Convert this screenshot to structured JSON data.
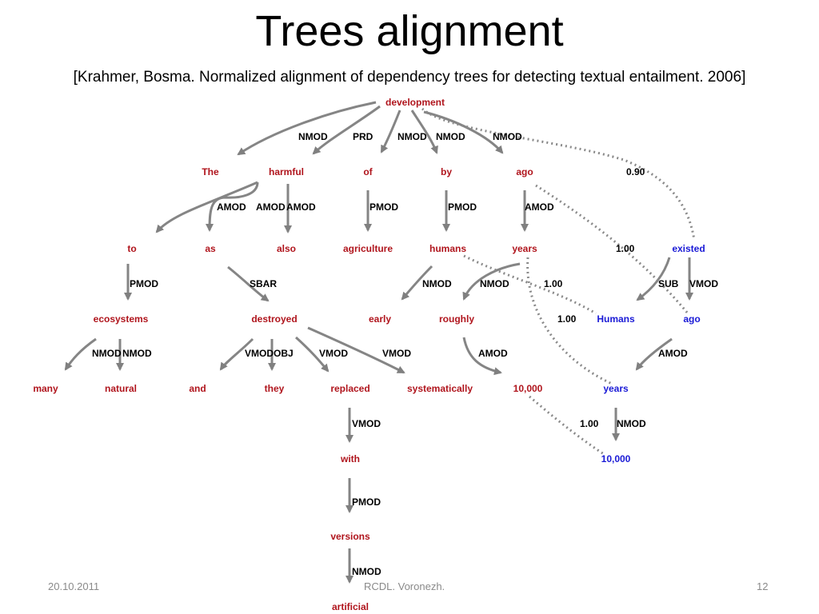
{
  "slide": {
    "title": "Trees alignment",
    "citation": "[Krahmer, Bosma. Normalized alignment of dependency trees for detecting textual entailment. 2006]"
  },
  "tree": {
    "words_red": [
      "development",
      "The",
      "harmful",
      "of",
      "by",
      "ago",
      "to",
      "as",
      "also",
      "agriculture",
      "humans",
      "years",
      "ecosystems",
      "destroyed",
      "early",
      "roughly",
      "many",
      "natural",
      "and",
      "they",
      "replaced",
      "systematically",
      "10,000",
      "with",
      "versions",
      "artificial"
    ],
    "words_blue": [
      "existed",
      "Humans",
      "ago",
      "years",
      "10,000"
    ],
    "relations": [
      "NMOD",
      "PRD",
      "NMOD",
      "NMOD",
      "NMOD",
      "AMOD",
      "AMOD",
      "AMOD",
      "PMOD",
      "PMOD",
      "AMOD",
      "PMOD",
      "SBAR",
      "NMOD",
      "NMOD",
      "SUB",
      "VMOD",
      "NMOD",
      "NMOD",
      "VMOD",
      "OBJ",
      "VMOD",
      "VMOD",
      "AMOD",
      "AMOD",
      "NMOD",
      "VMOD",
      "PMOD",
      "NMOD"
    ],
    "scores": [
      "0.90",
      "1.00",
      "1.00",
      "1.00",
      "1.00"
    ]
  },
  "footer": {
    "date": "20.10.2011",
    "venue": "RCDL. Voronezh.",
    "page": "12"
  }
}
